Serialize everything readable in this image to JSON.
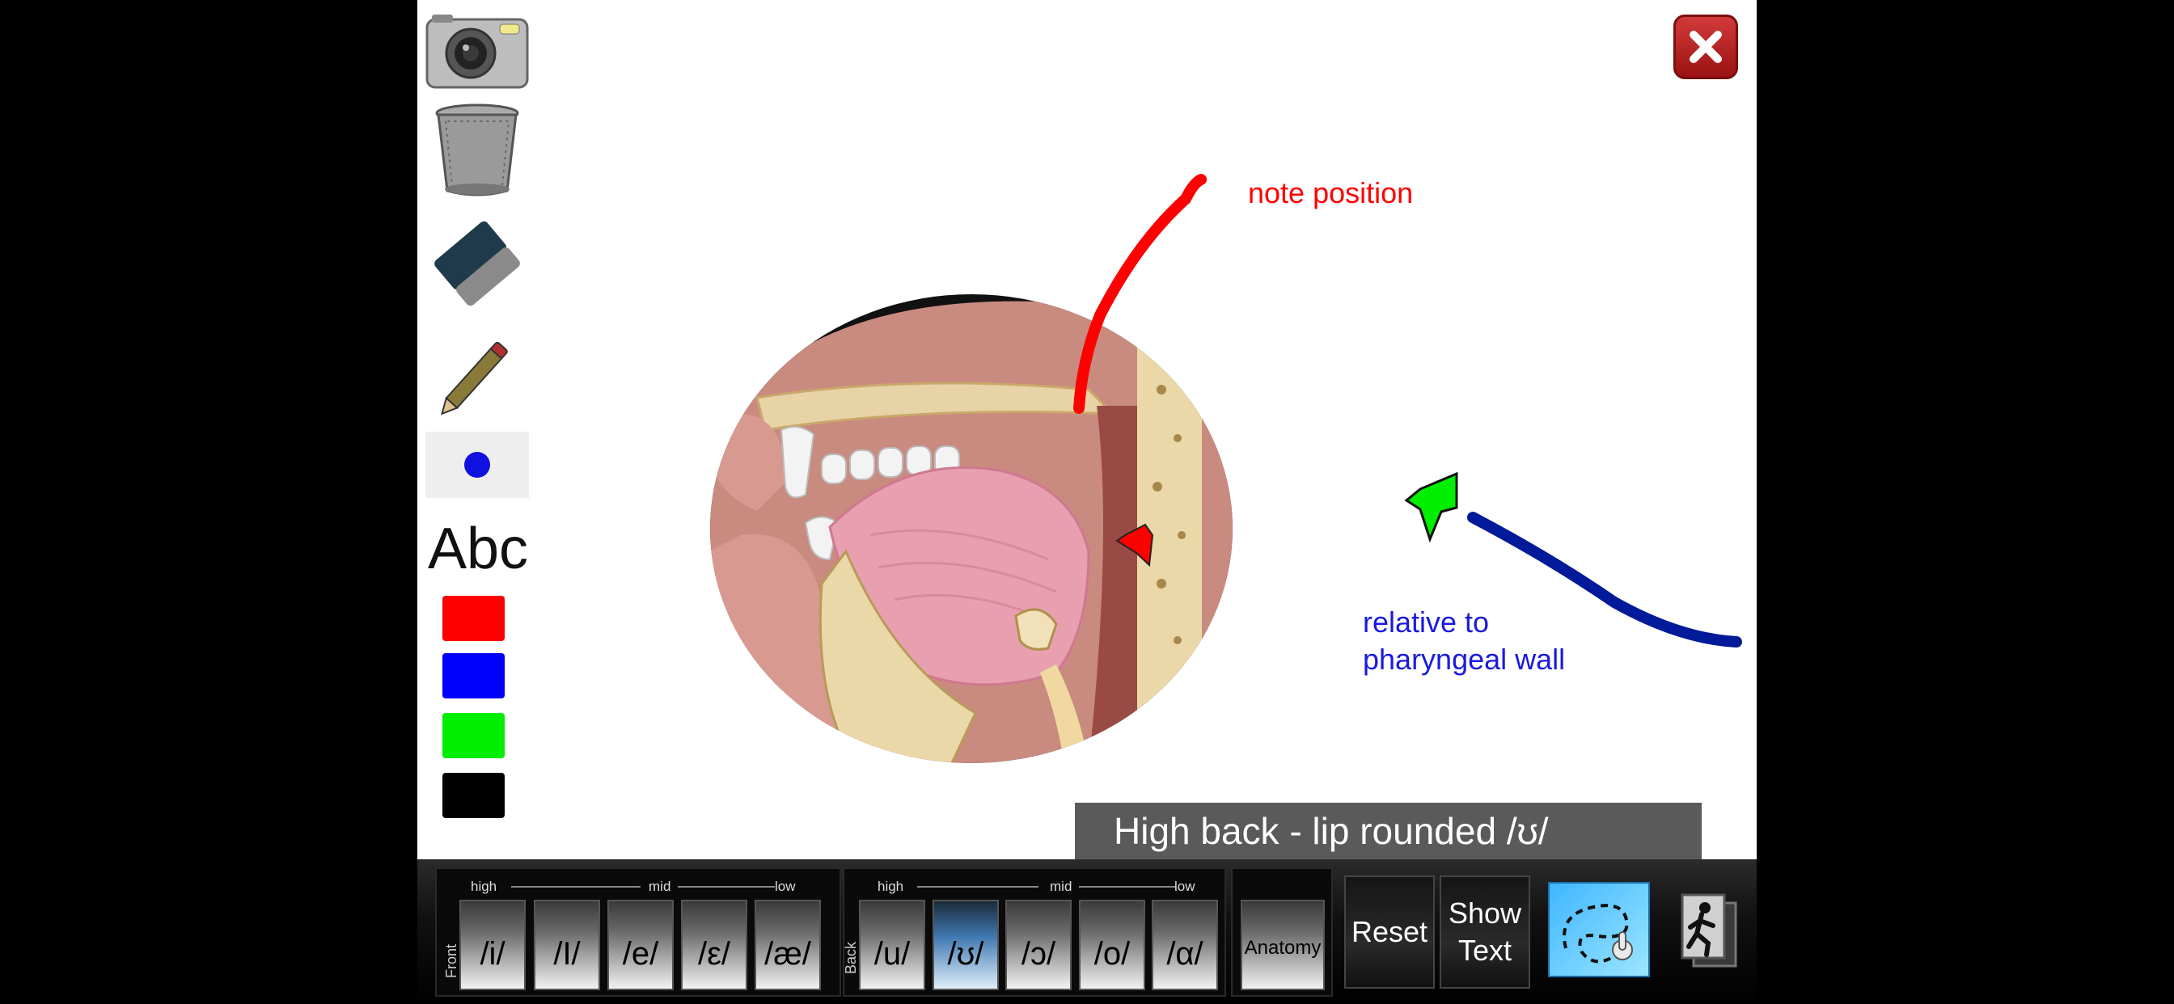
{
  "caption": "High back - lip rounded /ʊ/",
  "annotations": {
    "red_note": "note position",
    "blue_note_line1": "relative to",
    "blue_note_line2": "pharyngeal wall"
  },
  "tools": {
    "text_tool_label": "Abc",
    "colors": [
      "#ff0000",
      "#0000ff",
      "#00ff00",
      "#000000"
    ],
    "selected_brush_color": "#1010e0"
  },
  "toolbar": {
    "front_label": "Front",
    "back_label": "Back",
    "scale": {
      "high": "high",
      "mid": "mid",
      "low": "low"
    },
    "front_vowels": [
      "/i/",
      "/I/",
      "/e/",
      "/ε/",
      "/æ/"
    ],
    "back_vowels": [
      "/u/",
      "/ʊ/",
      "/ɔ/",
      "/o/",
      "/α/"
    ],
    "active_vowel": "/ʊ/",
    "anatomy_label": "Anatomy",
    "reset_label": "Reset",
    "show_text_line1": "Show",
    "show_text_line2": "Text"
  }
}
